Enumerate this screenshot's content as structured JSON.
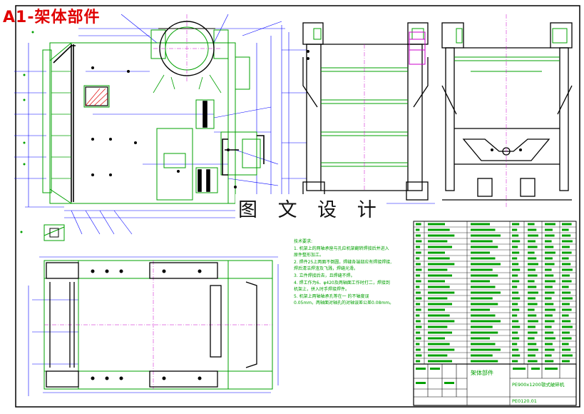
{
  "sheet": {
    "title": "A1-架体部件",
    "watermark": "图 文 设 计"
  },
  "technical_notes": {
    "heading": "技术要求:",
    "lines": [
      "1. 机架上的两轴承座与孔应机架翻转焊接后并进入",
      "原件整形加工。",
      "2. 焊件25上两面不倒圆，焊缝各端部应有焊接焊接,",
      "焊后清洁焊渣及飞溅，焊缝光滑。",
      "3. 立件焊接后去，且焊缝不焊。",
      "4. 焊工作为6、φ420及两轴面工作时打二，焊接到",
      "机架上，拼入时手焊接焊件。",
      "5. 机架上两轴轴承孔等在一      的不轴度误",
      "0.05mm，两轴面对轴孔的对轴误差公差0.08mm。"
    ]
  },
  "title_block": {
    "part_name": "架体部件",
    "drawing_name": "PE900x1200颚式破碎机",
    "drawing_number": "PE0120.01"
  },
  "colors": {
    "frame": "#000000",
    "outline": "#00a000",
    "hidden": "#0000ff",
    "center": "#cc00cc",
    "accent": "#e00000"
  }
}
